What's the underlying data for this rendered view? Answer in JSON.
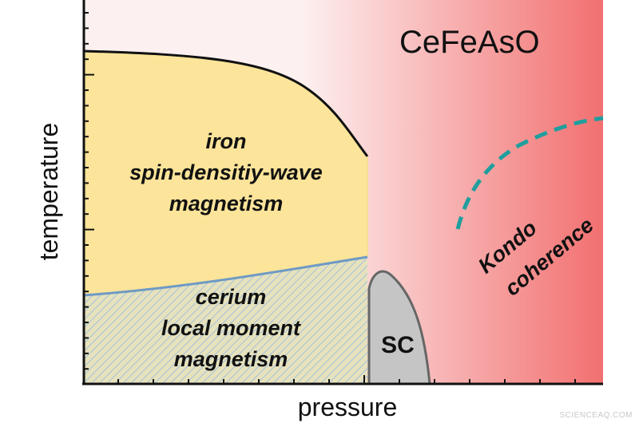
{
  "title": "CeFeAsO",
  "axes": {
    "x_label": "pressure",
    "y_label": "temperature"
  },
  "regions": {
    "iron_sdw": {
      "lines": [
        "iron",
        "spin-densitiy-wave",
        "magnetism"
      ]
    },
    "cerium": {
      "lines": [
        "cerium",
        "local moment",
        "magnetism"
      ]
    },
    "sc": {
      "label": "SC"
    },
    "kondo": {
      "lines": [
        "Kondo",
        "coherence"
      ]
    }
  },
  "watermark": "SCIENCEAQ.COM",
  "colors": {
    "iron_fill": "#fce49a",
    "cerium_fill": "#e8e2b8",
    "cerium_hatch": "#a9c4dd",
    "boundary_iron": "#111111",
    "boundary_cerium": "#6e9ac4",
    "sc_fill": "#c5c5c5",
    "sc_stroke": "#666666",
    "kondo_dash": "#1f9e9e",
    "kondo_gradient_start": "#fff3f3",
    "kondo_gradient_end": "#f27070",
    "axis": "#111111"
  }
}
